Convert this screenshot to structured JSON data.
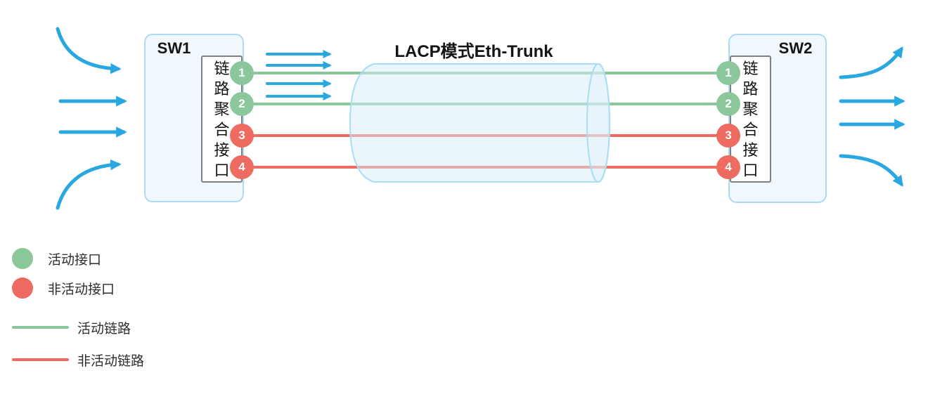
{
  "diagram": {
    "title": "LACP模式Eth-Trunk",
    "switch_left": {
      "name": "SW1",
      "interface_label": "链路聚合接口"
    },
    "switch_right": {
      "name": "SW2",
      "interface_label": "链路聚合接口"
    },
    "ports": [
      {
        "id": "1",
        "state": "active"
      },
      {
        "id": "2",
        "state": "active"
      },
      {
        "id": "3",
        "state": "inactive"
      },
      {
        "id": "4",
        "state": "inactive"
      }
    ],
    "links": [
      {
        "from_port": "1",
        "to_port": "1",
        "state": "active"
      },
      {
        "from_port": "2",
        "to_port": "2",
        "state": "active"
      },
      {
        "from_port": "3",
        "to_port": "3",
        "state": "inactive"
      },
      {
        "from_port": "4",
        "to_port": "4",
        "state": "inactive"
      }
    ]
  },
  "legend": {
    "items": [
      {
        "swatch": "circle",
        "state": "active",
        "label": "活动接口"
      },
      {
        "swatch": "circle",
        "state": "inactive",
        "label": "非活动接口"
      },
      {
        "swatch": "line",
        "state": "active",
        "label": "活动链路"
      },
      {
        "swatch": "line",
        "state": "inactive",
        "label": "非活动链路"
      }
    ]
  },
  "colors": {
    "active": "#8CC79B",
    "inactive": "#ED6B60",
    "traffic_arrow": "#29A7E0",
    "switch_fill": "#F1F8FD",
    "switch_border": "#AED9F2",
    "cylinder_stroke": "#A7DDF6",
    "interface_box_border": "#7F7F7F"
  }
}
